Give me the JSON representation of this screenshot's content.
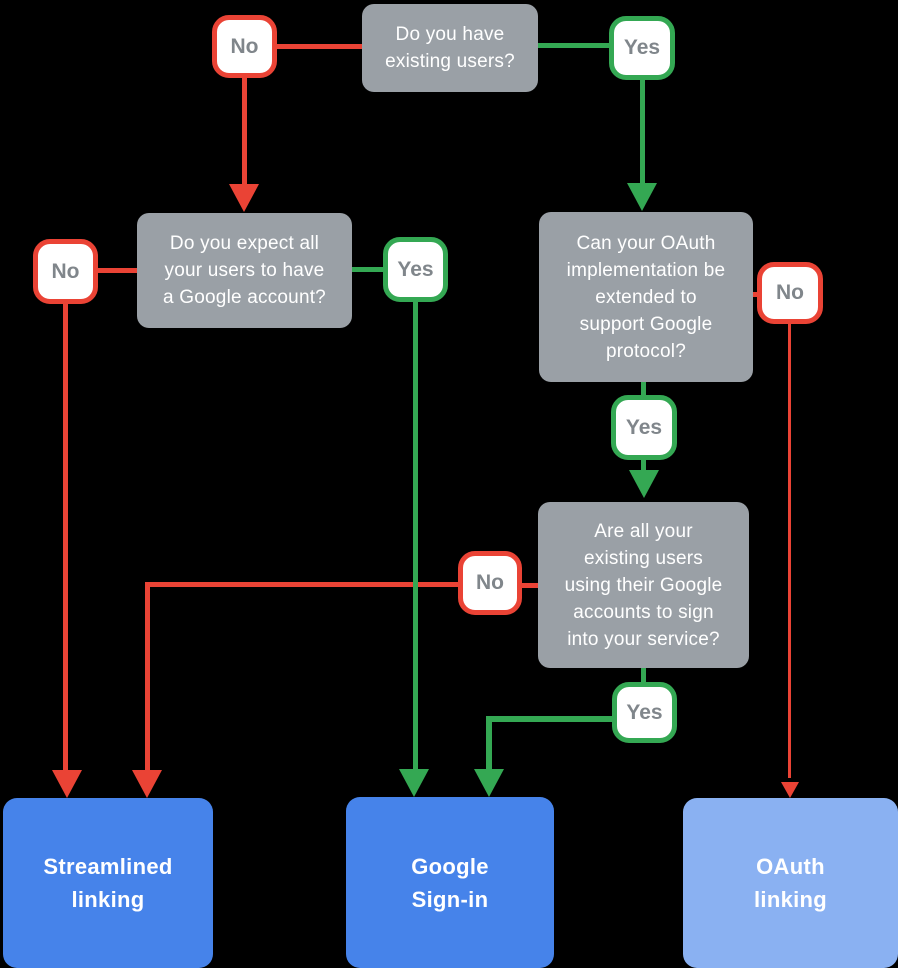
{
  "questions": {
    "q1": "Do you have\nexisting users?",
    "q2": "Do you expect all\nyour users to have\na Google account?",
    "q3": "Can your OAuth\nimplementation be\nextended to\nsupport Google\nprotocol?",
    "q4": "Are all your\nexisting users\nusing their Google\naccounts to sign\ninto your service?"
  },
  "answers": {
    "yes": "Yes",
    "no": "No"
  },
  "outcomes": {
    "streamlined": "Streamlined\nlinking",
    "google_signin": "Google\nSign-in",
    "oauth_linking": "OAuth\nlinking"
  },
  "colors": {
    "no_path": "#ea4335",
    "yes_path": "#34a853",
    "question_box": "#9aa0a6",
    "question_text": "#ffffff",
    "outcome_primary": "#4683ea",
    "outcome_secondary": "#8ab1f2",
    "outcome_text": "#ffffff",
    "answer_text": "#80868b"
  }
}
